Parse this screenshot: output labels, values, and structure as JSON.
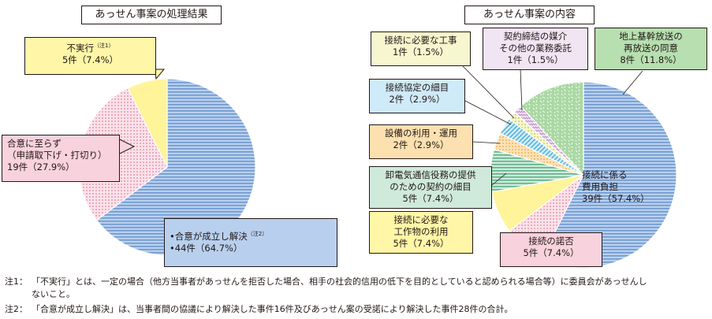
{
  "charts": [
    {
      "title": "あっせん事案の処理結果",
      "slices": [
        {
          "label": "合意が成立し解決",
          "note": "（注2）",
          "label_prefix": "•",
          "count": "•44件（64.7%）",
          "value": 44,
          "percent": 64.7,
          "color": "#a9c7ea",
          "pattern": "stripe-blue"
        },
        {
          "label": "合意に至らず",
          "label2": "（申請取下げ・打切り）",
          "count": "19件（27.9%）",
          "value": 19,
          "percent": 27.9,
          "color": "#f4c7d3",
          "pattern": "dots-pink"
        },
        {
          "label": "不実行",
          "note": "（注1）",
          "count": "5件（7.4%）",
          "value": 5,
          "percent": 7.4,
          "color": "#fff6a8",
          "pattern": "solid-yellow"
        }
      ]
    },
    {
      "title": "あっせん事案の内容",
      "slices": [
        {
          "label": "接続に係る",
          "label2": "費用負担",
          "count": "39件（57.4%）",
          "value": 39,
          "percent": 57.4,
          "color": "#c5d8ef",
          "pattern": "stripe-blue"
        },
        {
          "label": "接続の諾否",
          "count": "5件（7.4%）",
          "value": 5,
          "percent": 7.4,
          "color": "#f4c7d3",
          "pattern": "dots-pink"
        },
        {
          "label": "接続に必要な",
          "label2": "工作物の利用",
          "count": "5件（7.4%）",
          "value": 5,
          "percent": 7.4,
          "color": "#fff6a8",
          "pattern": "solid-yellow"
        },
        {
          "label": "卸電気通信役務の提供",
          "label2": "のための契約の細目",
          "count": "5件（7.4%）",
          "value": 5,
          "percent": 7.4,
          "color": "#bfe3cf",
          "pattern": "hstripe-green"
        },
        {
          "label": "設備の利用・運用",
          "count": "2件（2.9%）",
          "value": 2,
          "percent": 2.9,
          "color": "#fde0b0",
          "pattern": "dots-orange"
        },
        {
          "label": "接続協定の細目",
          "count": "2件（2.9%）",
          "value": 2,
          "percent": 2.9,
          "color": "#cfeaf8",
          "pattern": "stripe-cyan"
        },
        {
          "label": "接続に必要な工事",
          "count": "1件（1.5%）",
          "value": 1,
          "percent": 1.5,
          "color": "#f4f5c6",
          "pattern": "dots-lime"
        },
        {
          "label": "契約締結の媒介",
          "label2": "その他の業務委託",
          "count": "1件（1.5%）",
          "value": 1,
          "percent": 1.5,
          "color": "#e9d5ec",
          "pattern": "zigzag-purple"
        },
        {
          "label": "地上基幹放送の",
          "label2": "再放送の同意",
          "count": "8件（11.8%）",
          "value": 8,
          "percent": 11.8,
          "color": "#c7e6c2",
          "pattern": "dash-green"
        }
      ]
    }
  ],
  "chart_data": [
    {
      "type": "pie",
      "title": "あっせん事案の処理結果",
      "categories": [
        "合意が成立し解決",
        "合意に至らず（申請取下げ・打切り）",
        "不実行"
      ],
      "values": [
        44,
        19,
        5
      ],
      "percent": [
        64.7,
        27.9,
        7.4
      ]
    },
    {
      "type": "pie",
      "title": "あっせん事案の内容",
      "categories": [
        "接続に係る費用負担",
        "接続の諾否",
        "接続に必要な工作物の利用",
        "卸電気通信役務の提供のための契約の細目",
        "設備の利用・運用",
        "接続協定の細目",
        "接続に必要な工事",
        "契約締結の媒介その他の業務委託",
        "地上基幹放送の再放送の同意"
      ],
      "values": [
        39,
        5,
        5,
        5,
        2,
        2,
        1,
        1,
        8
      ],
      "percent": [
        57.4,
        7.4,
        7.4,
        7.4,
        2.9,
        2.9,
        1.5,
        1.5,
        11.8
      ]
    }
  ],
  "notes": [
    {
      "label": "注1：",
      "text": "「不実行」とは、一定の場合（他方当事者があっせんを拒否した場合、相手の社会的信用の低下を目的としていると認められる場合等）に委員会があっせんし",
      "text2": "ないこと。"
    },
    {
      "label": "注2：",
      "text": "「合意が成立し解決」は、当事者間の協議により解決した事件16件及びあっせん案の受諾により解決した事件28件の合計。"
    }
  ]
}
